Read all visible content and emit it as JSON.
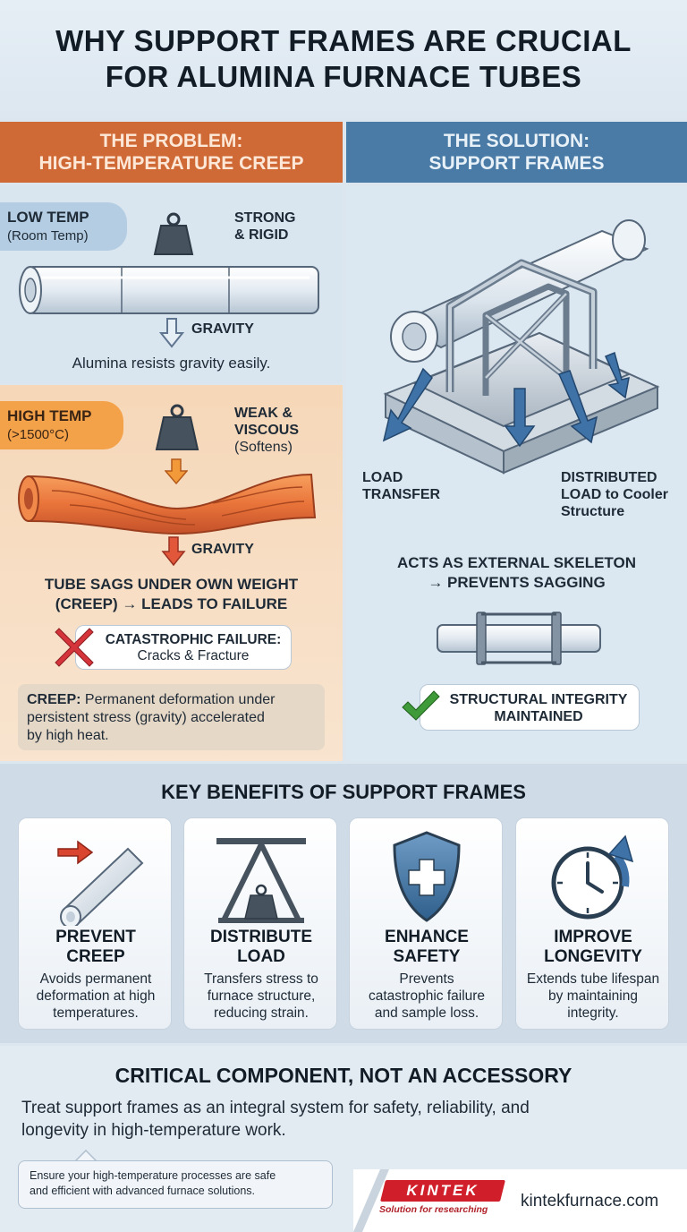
{
  "title": {
    "line1": "WHY SUPPORT FRAMES ARE CRUCIAL",
    "line2": "FOR ALUMINA FURNACE TUBES"
  },
  "problem": {
    "heading1": "THE PROBLEM:",
    "heading2": "HIGH-TEMPERATURE CREEP",
    "low": {
      "badge1": "LOW TEMP",
      "badge2": "(Room Temp)",
      "state1": "STRONG",
      "state2": "& RIGID",
      "gravity": "GRAVITY",
      "caption": "Alumina resists gravity easily."
    },
    "high": {
      "badge1": "HIGH TEMP",
      "badge2": "(>1500°C)",
      "state1": "WEAK &",
      "state2": "VISCOUS",
      "state3": "(Softens)",
      "gravity": "GRAVITY",
      "caption1": "TUBE SAGS UNDER OWN WEIGHT",
      "caption2": "(CREEP) → LEADS TO FAILURE",
      "failure1": "CATASTROPHIC FAILURE:",
      "failure2": "Cracks & Fracture",
      "creep_term": "CREEP:",
      "creep_def1": " Permanent deformation under",
      "creep_def2": "persistent stress (gravity) accelerated",
      "creep_def3": "by high heat."
    }
  },
  "solution": {
    "heading1": "THE SOLUTION:",
    "heading2": "SUPPORT FRAMES",
    "load1": "LOAD",
    "load2": "TRANSFER",
    "dist1": "DISTRIBUTED",
    "dist2": "LOAD to Cooler",
    "dist3": "Structure",
    "skeleton1": "ACTS AS EXTERNAL SKELETON",
    "skeleton2": "→ PREVENTS SAGGING",
    "integrity1": "STRUCTURAL INTEGRITY",
    "integrity2": "MAINTAINED"
  },
  "benefits": {
    "title": "KEY BENEFITS OF SUPPORT FRAMES",
    "items": [
      {
        "icon": "tube-arrow-icon",
        "title1": "PREVENT",
        "title2": "CREEP",
        "text1": "Avoids permanent",
        "text2": "deformation at high",
        "text3": "temperatures."
      },
      {
        "icon": "load-frame-icon",
        "title1": "DISTRIBUTE",
        "title2": "LOAD",
        "text1": "Transfers stress to",
        "text2": "furnace structure,",
        "text3": "reducing strain."
      },
      {
        "icon": "shield-cross-icon",
        "title1": "ENHANCE",
        "title2": "SAFETY",
        "text1": "Prevents",
        "text2": "catastrophic failure",
        "text3": "and sample loss."
      },
      {
        "icon": "clock-arrow-icon",
        "title1": "IMPROVE",
        "title2": "LONGEVITY",
        "text1": "Extends tube lifespan",
        "text2": "by maintaining",
        "text3": "integrity."
      }
    ]
  },
  "critical": {
    "title": "CRITICAL COMPONENT, NOT AN ACCESSORY",
    "text1": "Treat support frames as an integral system for safety, reliability, and",
    "text2": "longevity in high-temperature work.",
    "cta1": "Ensure your high-temperature processes are safe",
    "cta2": "and efficient with advanced furnace solutions."
  },
  "brand": {
    "logo": "KINTEK",
    "tagline": "Solution for researching",
    "url": "kintekfurnace.com"
  },
  "colors": {
    "problem": "#cf6a36",
    "solution": "#4a7ba6",
    "hot": "#e06a2c",
    "arrow": "#3f73a8",
    "check": "#3f9a3a",
    "cross": "#d4343a"
  }
}
